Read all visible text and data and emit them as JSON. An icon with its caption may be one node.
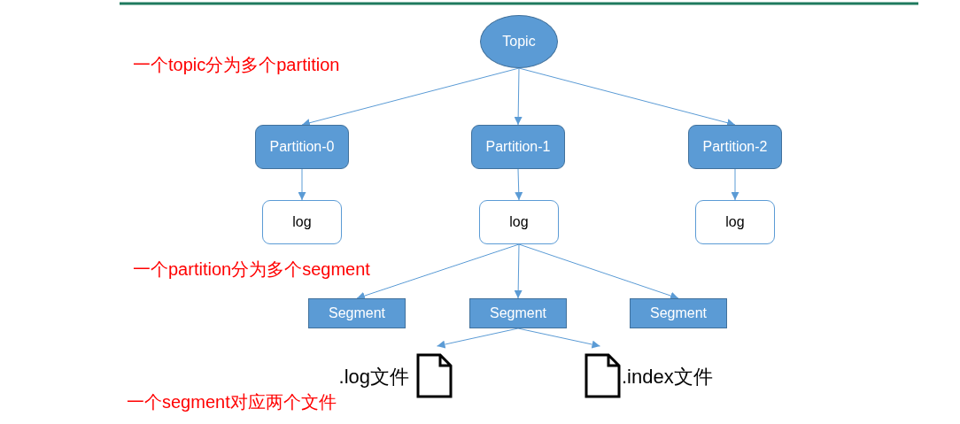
{
  "diagram": {
    "nodes": [
      {
        "text": [
          "Topic"
        ]
      },
      {
        "text": [
          "Partition-0"
        ]
      },
      {
        "text": [
          "Partition-1"
        ]
      },
      {
        "text": [
          "Partition-2"
        ]
      },
      {
        "text": [
          "log"
        ]
      },
      {
        "text": [
          "log"
        ]
      },
      {
        "text": [
          "log"
        ]
      },
      {
        "text": [
          "Segment"
        ]
      },
      {
        "text": [
          "Segment"
        ]
      },
      {
        "text": [
          "Segment"
        ]
      },
      {
        "text": [],
        "shape": "document",
        "beside": [
          ".log文件"
        ]
      },
      {
        "text": [],
        "shape": "document",
        "beside": [
          ".index文件"
        ]
      }
    ],
    "edges": [
      {
        "from": 0,
        "to": 1,
        "arrow": "to"
      },
      {
        "from": 0,
        "to": 2,
        "arrow": "to"
      },
      {
        "from": 0,
        "to": 3,
        "arrow": "to"
      },
      {
        "from": 1,
        "to": 4,
        "arrow": "to"
      },
      {
        "from": 2,
        "to": 5,
        "arrow": "to"
      },
      {
        "from": 3,
        "to": 6,
        "arrow": "to"
      },
      {
        "from": 5,
        "to": 7,
        "arrow": "to"
      },
      {
        "from": 5,
        "to": 8,
        "arrow": "to"
      },
      {
        "from": 5,
        "to": 9,
        "arrow": "to"
      },
      {
        "from": 8,
        "to": 10,
        "arrow": "to"
      },
      {
        "from": 8,
        "to": 11,
        "arrow": "to"
      }
    ],
    "labels": [
      "一个topic分为多个partition",
      "一个partition分为多个segment",
      "一个segment对应两个文件"
    ]
  }
}
